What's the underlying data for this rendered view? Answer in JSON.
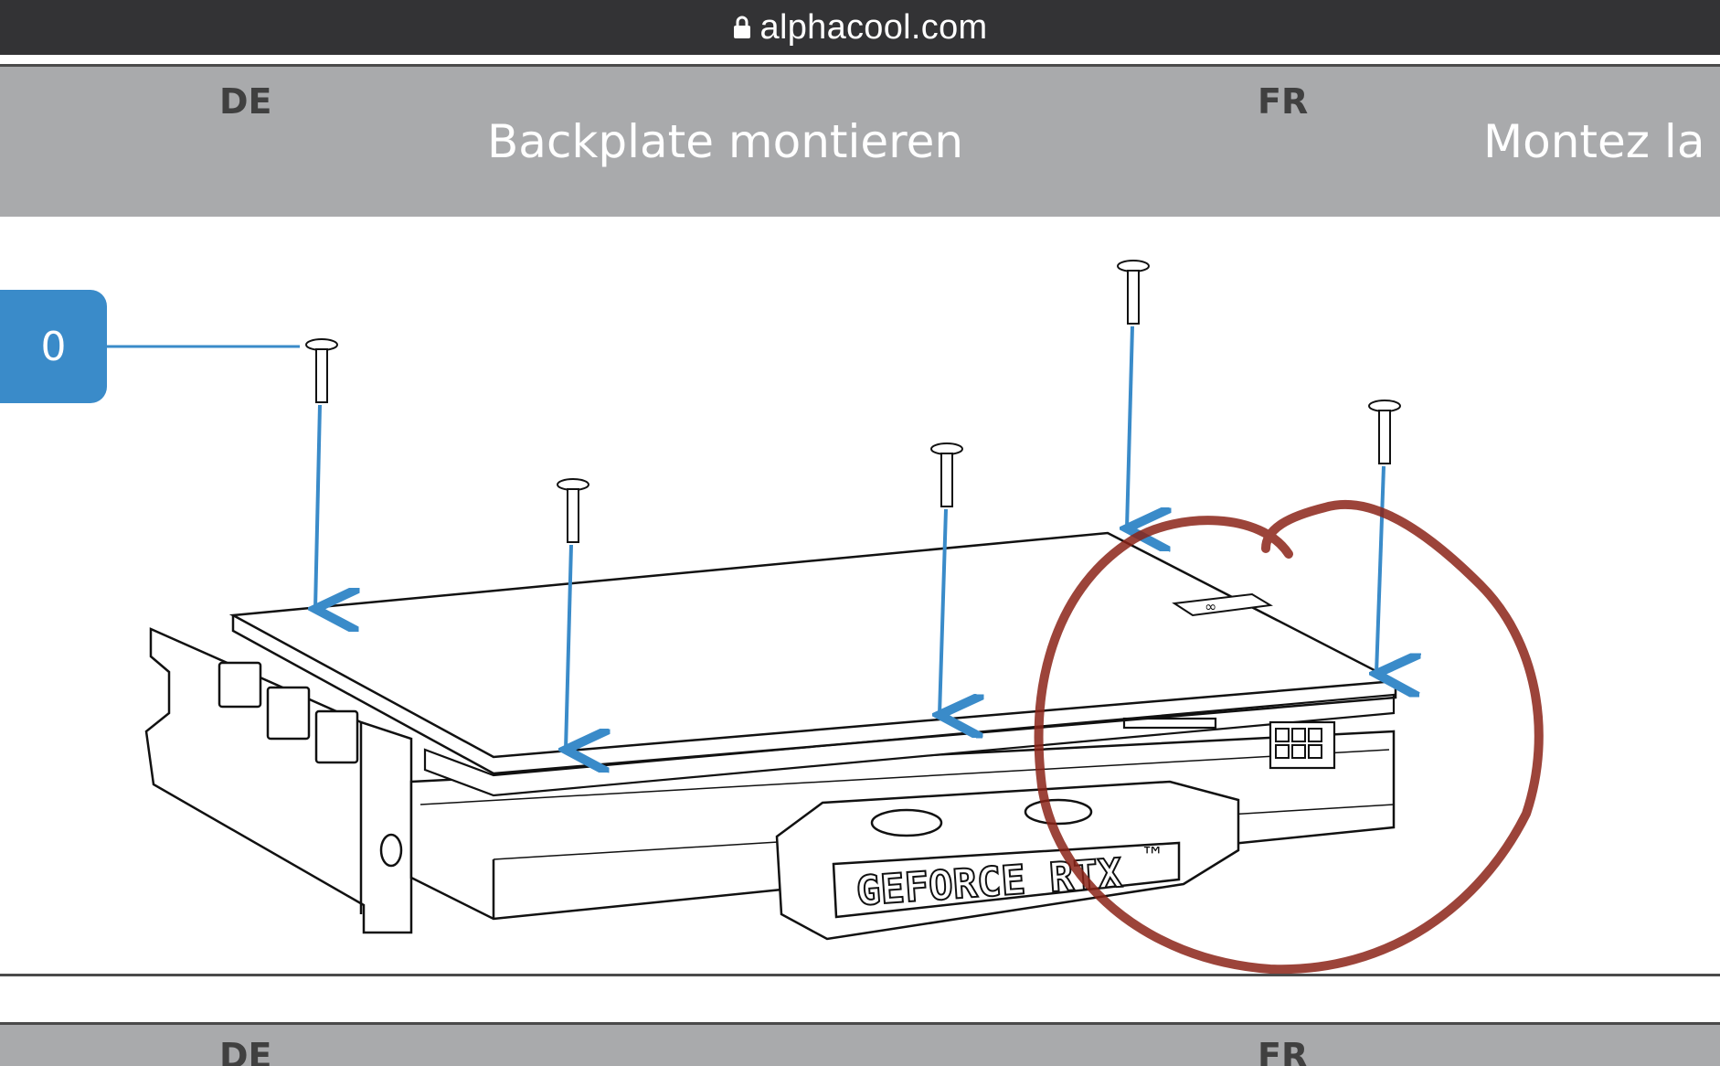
{
  "browser": {
    "url": "alphacool.com"
  },
  "header": {
    "lang_de": "DE",
    "lang_fr": "FR",
    "title_de": "Backplate montieren",
    "title_fr": "Montez la p"
  },
  "step": {
    "label": "0"
  },
  "diagram": {
    "brand_text": "GEFORCE RTX",
    "trademark": "™"
  },
  "next_section": {
    "lang_de": "DE",
    "lang_fr": "FR"
  },
  "colors": {
    "arrow": "#3a8bc9",
    "annotation_circle": "#8b2318",
    "band": "#a9aaac",
    "url_bar": "#333335"
  }
}
